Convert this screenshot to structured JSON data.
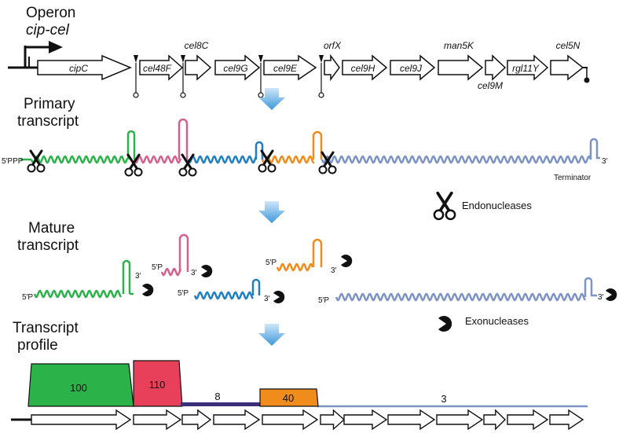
{
  "titles": {
    "operon_line1": "Operon",
    "operon_line2": "cip-cel",
    "primary_line1": "Primary",
    "primary_line2": "transcript",
    "mature_line1": "Mature",
    "mature_line2": "transcript",
    "profile_line1": "Transcript",
    "profile_line2": "profile"
  },
  "genes": {
    "cipC": "cipC",
    "cel48F": "cel48F",
    "cel8C": "cel8C",
    "cel9G": "cel9G",
    "cel9E": "cel9E",
    "orfX": "orfX",
    "cel9H": "cel9H",
    "cel9J": "cel9J",
    "man5K": "man5K",
    "cel9M": "cel9M",
    "rgl11Y": "rgl11Y",
    "cel5N": "cel5N"
  },
  "primary": {
    "five_prime": "5′PPP",
    "three_prime": "3′",
    "terminator": "Terminator"
  },
  "mature": {
    "five_p": "5′P",
    "three_prime": "3′"
  },
  "legend": {
    "endonucleases": "Endonucleases",
    "exonucleases": "Exonucleases"
  },
  "profile": {
    "green": "100",
    "red": "110",
    "purple": "8",
    "orange": "40",
    "blue": "3"
  },
  "colors": {
    "green": "#2bb34a",
    "pink": "#d4608e",
    "blue": "#1f7fc1",
    "orange": "#f08c1c",
    "slate": "#7d93c4",
    "red": "#e8405a",
    "purple": "#3b2f7a",
    "arrow": "#5aa8e0"
  }
}
